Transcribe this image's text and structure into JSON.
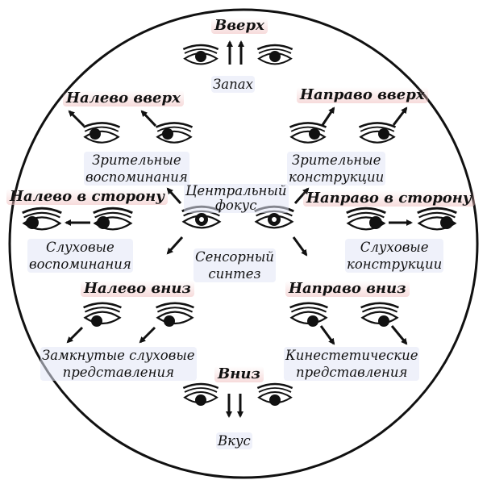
{
  "directions": {
    "up": "Вверх",
    "up_left": "Налево вверх",
    "up_right": "Направо вверх",
    "side_left": "Налево в сторону",
    "side_right": "Направо в сторону",
    "down_left": "Налево вниз",
    "down_right": "Направо вниз",
    "down": "Вниз"
  },
  "labels": {
    "smell": "Запах",
    "visual_memories": [
      "Зрительные",
      "воспоминания"
    ],
    "visual_constructs": [
      "Зрительные",
      "конструкции"
    ],
    "central_focus": [
      "Центральный",
      "фокус"
    ],
    "auditory_memories": [
      "Слуховые",
      "воспоминания"
    ],
    "auditory_constructs": [
      "Слуховые",
      "конструкции"
    ],
    "sensory_synthesis": [
      "Сенсорный",
      "синтез"
    ],
    "closed_auditory": [
      "Замкнутые слуховые",
      "представления"
    ],
    "kinesthetic": [
      "Кинестетические",
      "представления"
    ],
    "taste": "Вкус"
  },
  "colors": {
    "ink": "#111111",
    "direction_highlight": "#f0bebe",
    "label_highlight": "#e1e6f5"
  }
}
